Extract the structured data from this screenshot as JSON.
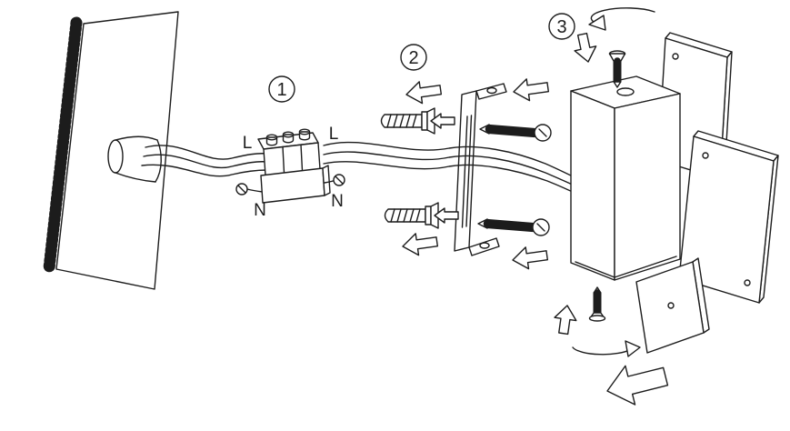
{
  "diagram": {
    "background_color": "#ffffff",
    "line_color": "#1c1c1c",
    "steps": {
      "one": "1",
      "two": "2",
      "three": "3"
    },
    "terminal": {
      "l_left": "L",
      "l_right": "L",
      "n_left": "N",
      "n_right": "N"
    },
    "icons": {
      "push-left-arrow": "⬅",
      "insert-down-arrow": "⬇",
      "insert-up-arrow": "⬆",
      "rotate-top-arrow": "↺",
      "rotate-bottom-arrow": "↻"
    }
  }
}
